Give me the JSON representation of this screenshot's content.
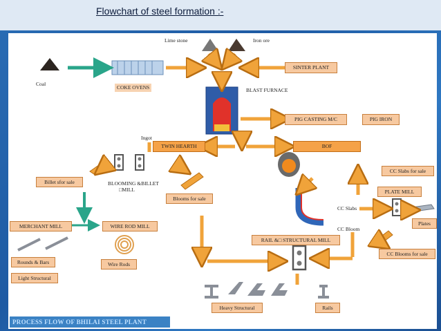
{
  "slide_title": "Flowchart of steel formation :-",
  "nodes": {
    "lime_stone": "Lime stone",
    "iron_ore": "Iron ore",
    "coal": "Coal",
    "coke_ovens": "COKE OVENS",
    "sinter_plant": "SINTER PLANT",
    "blast_furnace": "BLAST FURNACE",
    "pig_casting": "PIG CASTING M/C",
    "pig_iron": "PIG IRON",
    "ingot": "Ingot",
    "twin_hearth": "TWIN HEARTH",
    "bof": "BOF",
    "billet_for_sale": "Billet sfor sale",
    "blooming_billet_mill_1": "BLOOMING &BILLET",
    "blooming_billet_mill_2": "□MILL",
    "blooms_for_sale": "Blooms for sale",
    "cc_slabs_for_sale": "CC Slabs for sale",
    "plate_mill": "PLATE MILL",
    "cc_slabs": "CC Slabs",
    "plates": "Plates",
    "cc_bloom": "CC Bloom",
    "merchant_mill": "MERCHANT MILL",
    "wire_rod_mill": "WIRE ROD MILL",
    "rail_structural_mill": "RAIL &□ STRUCTURAL MILL",
    "cc_blooms_for_sale": "CC Blooms for sale",
    "rounds_bars": "Rounds & Bars",
    "light_structural": "Light Structural",
    "wire_rods": "Wire Rods",
    "heavy_structural": "Heavy Structural",
    "rails": "Rails"
  },
  "footer": "PROCESS FLOW OF BHILAI STEEL PLANT",
  "colors": {
    "arrow_orange": "#f0a33a",
    "arrow_green": "#2aa58a",
    "box_fill": "#f7c9a0",
    "box_dark": "#f5a248",
    "background_blue": "#1e5aa3"
  }
}
